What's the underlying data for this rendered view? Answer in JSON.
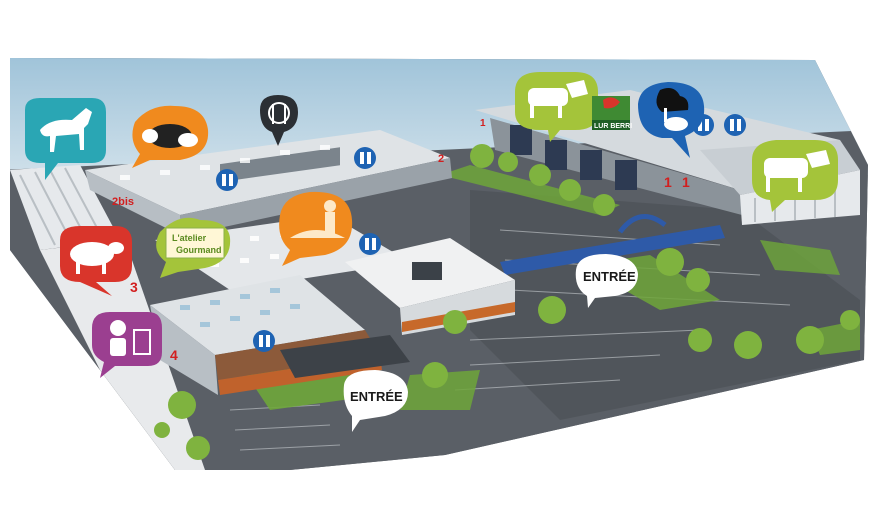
{
  "colors": {
    "sky": "#9fc3d9",
    "ground": "#5c6168",
    "parking": "#4c5157",
    "grass": "#6ea63a",
    "roof_light": "#dfe3e6",
    "teal_bubble": "#2aa6b4",
    "orange_bubble": "#f08a1e",
    "red_bubble": "#d9352b",
    "green_bubble": "#a4c43a",
    "purple_bubble": "#9b3f90",
    "blue_bubble": "#1e63b3",
    "number_red": "#d21f1f"
  },
  "buildings": {
    "hall_1": "1",
    "hall_1_marker_a": "1",
    "hall_1_marker_b": "1",
    "hall_2": "2",
    "hall_2bis": "2bis",
    "hall_3": "3",
    "hall_4": "4"
  },
  "entrances": {
    "main": "ENTRÉE",
    "side": "ENTRÉE"
  },
  "logos": {
    "atelier_line1": "L'atelier",
    "atelier_line2": "Gourmand",
    "lur_berri": "LUR BERRI"
  },
  "icons": [
    "horse-icon",
    "pig-icon",
    "restaurant-icon",
    "cow-icon",
    "hen-rabbit-icon",
    "sheep-icon",
    "farmer-icon",
    "baby-icon",
    "toilet-icon"
  ]
}
